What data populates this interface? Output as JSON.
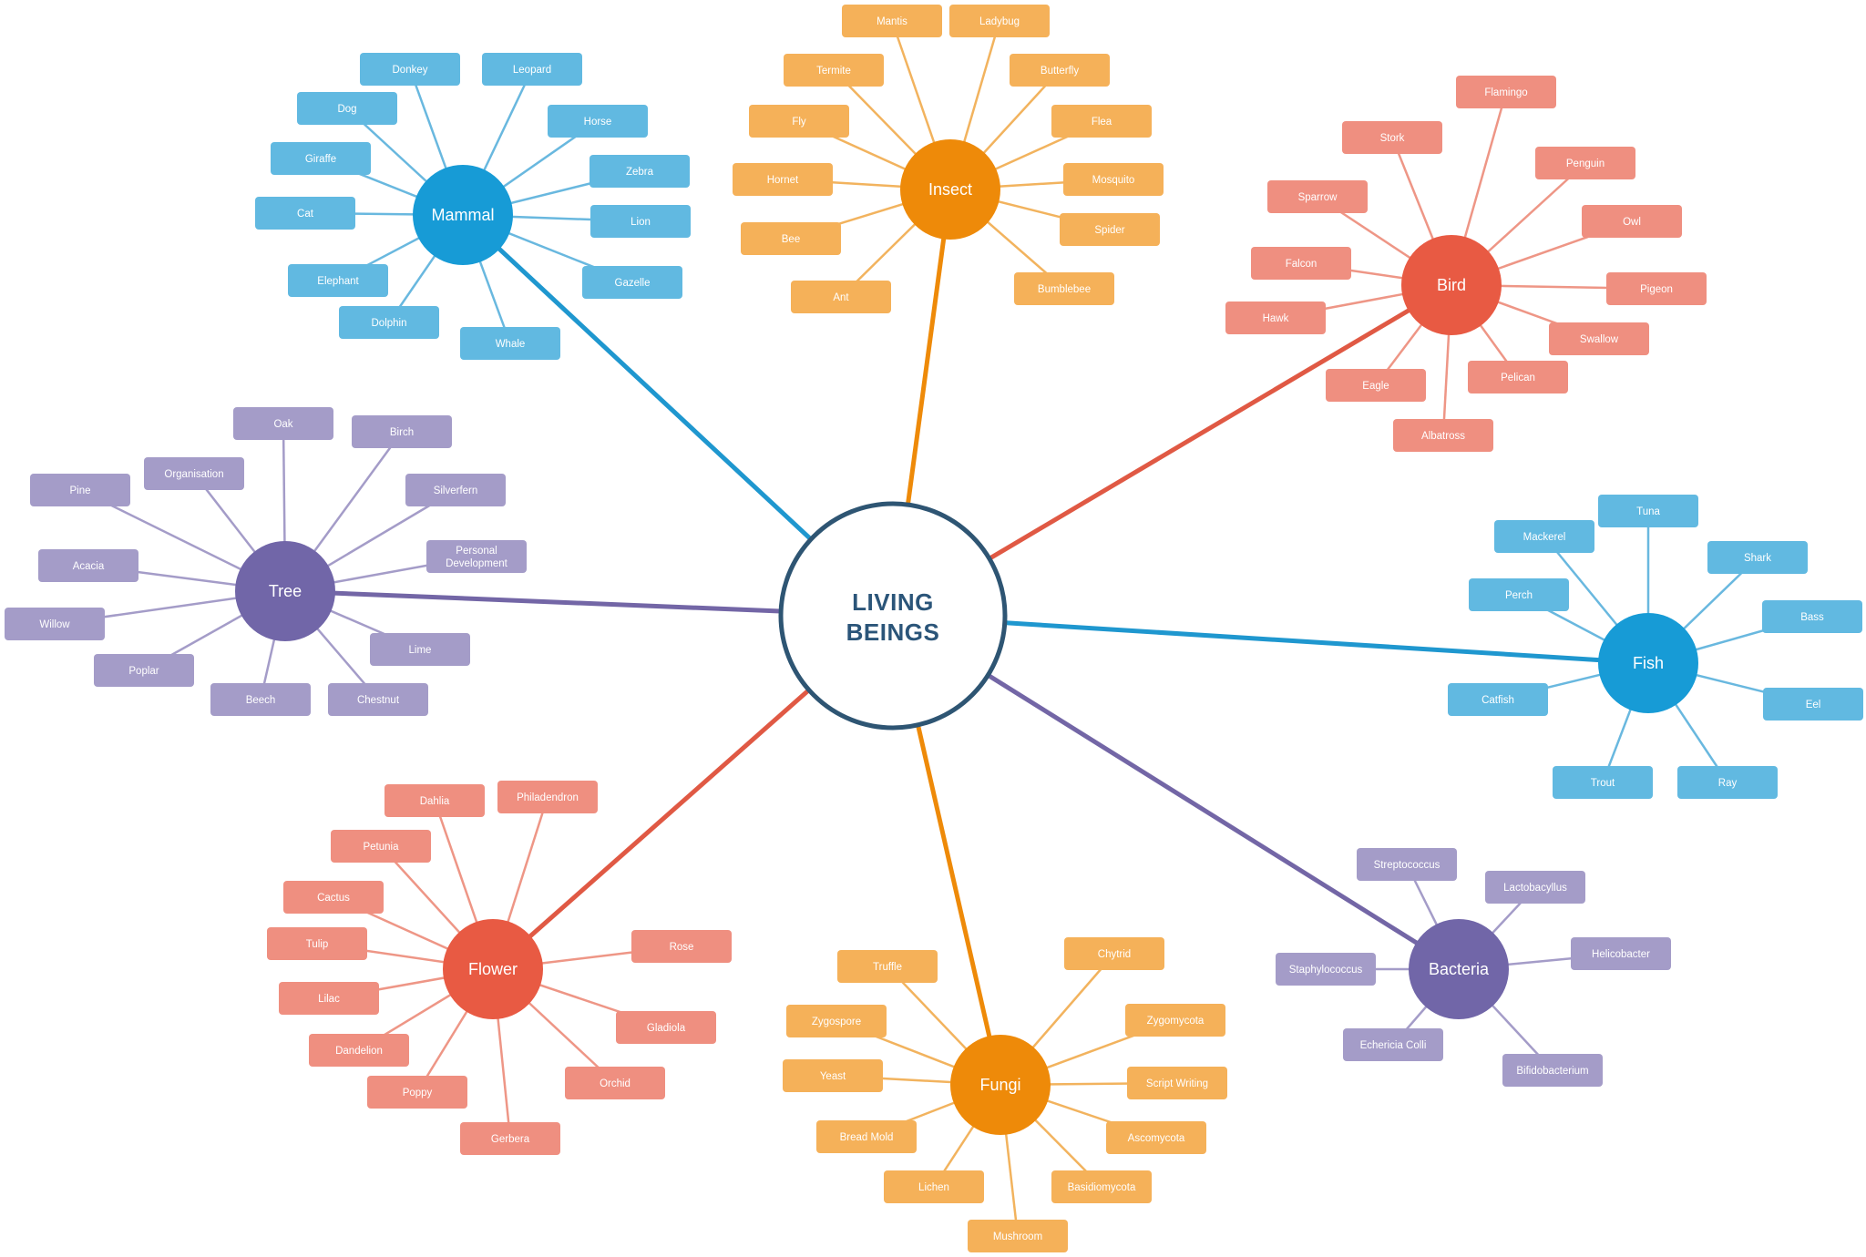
{
  "center": {
    "lines": [
      "LIVING",
      "BEINGS"
    ]
  },
  "colors": {
    "center_stroke": "#2e5573",
    "blue_hub": "#179bd6",
    "blue_leaf": "#61b9e1",
    "blue_line": "#69b8df",
    "blue_branch": "#1f97cf",
    "orange_hub": "#ee8a09",
    "orange_leaf": "#f5b159",
    "orange_line": "#f2b35e",
    "orange_branch": "#ee8a09",
    "red_hub": "#e85a43",
    "red_leaf": "#ef8f80",
    "red_line": "#ee9686",
    "red_branch": "#e05944",
    "purple_hub": "#7166a8",
    "purple_leaf": "#a49cc8",
    "purple_line": "#a49cc8",
    "purple_branch": "#7366a6"
  },
  "hubs": [
    {
      "id": "mammal",
      "label": "Mammal",
      "color": "blue",
      "leaves": [
        "Donkey",
        "Leopard",
        "Dog",
        "Horse",
        "Giraffe",
        "Zebra",
        "Cat",
        "Lion",
        "Elephant",
        "Gazelle",
        "Dolphin",
        "Whale"
      ]
    },
    {
      "id": "insect",
      "label": "Insect",
      "color": "orange",
      "leaves": [
        "Mantis",
        "Ladybug",
        "Termite",
        "Butterfly",
        "Fly",
        "Flea",
        "Hornet",
        "Mosquito",
        "Bee",
        "Spider",
        "Ant",
        "Bumblebee"
      ]
    },
    {
      "id": "bird",
      "label": "Bird",
      "color": "red",
      "leaves": [
        "Flamingo",
        "Stork",
        "Penguin",
        "Sparrow",
        "Owl",
        "Falcon",
        "Pigeon",
        "Hawk",
        "Swallow",
        "Pelican",
        "Eagle",
        "Albatross"
      ]
    },
    {
      "id": "tree",
      "label": "Tree",
      "color": "purple",
      "leaves": [
        "Oak",
        "Birch",
        "Organisation",
        "Pine",
        "Silverfern",
        "Personal\nDevelopment",
        "Acacia",
        "Willow",
        "Lime",
        "Poplar",
        "Beech",
        "Chestnut"
      ]
    },
    {
      "id": "fish",
      "label": "Fish",
      "color": "blue",
      "leaves": [
        "Tuna",
        "Mackerel",
        "Shark",
        "Perch",
        "Bass",
        "Catfish",
        "Eel",
        "Trout",
        "Ray"
      ]
    },
    {
      "id": "flower",
      "label": "Flower",
      "color": "red",
      "leaves": [
        "Dahlia",
        "Philadendron",
        "Petunia",
        "Cactus",
        "Rose",
        "Tulip",
        "Lilac",
        "Gladiola",
        "Dandelion",
        "Orchid",
        "Poppy",
        "Gerbera"
      ]
    },
    {
      "id": "fungi",
      "label": "Fungi",
      "color": "orange",
      "leaves": [
        "Truffle",
        "Chytrid",
        "Zygospore",
        "Zygomycota",
        "Yeast",
        "Script Writing",
        "Bread Mold",
        "Ascomycota",
        "Lichen",
        "Basidiomycota",
        "Mushroom"
      ]
    },
    {
      "id": "bacteria",
      "label": "Bacteria",
      "color": "purple",
      "leaves": [
        "Streptococcus",
        "Lactobacyllus",
        "Staphylococcus",
        "Helicobacter",
        "Echericia Colli",
        "Bifidobacterium"
      ]
    }
  ]
}
